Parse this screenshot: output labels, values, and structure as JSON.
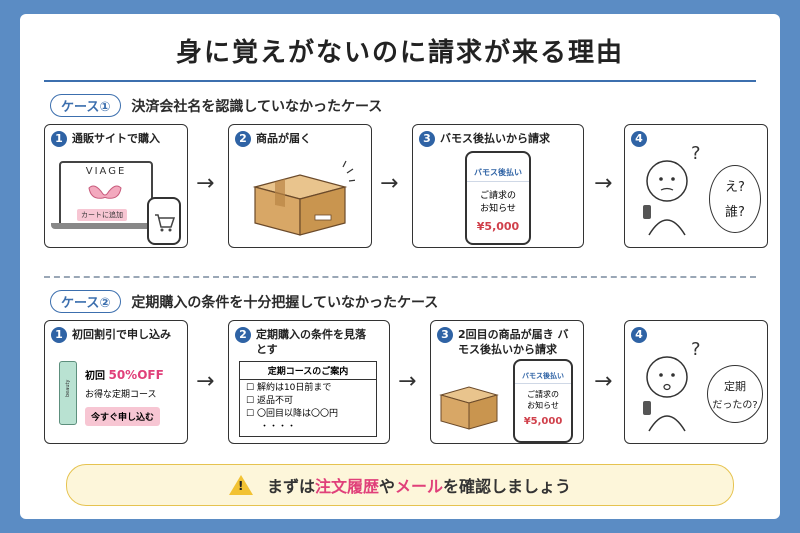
{
  "title": "身に覚えがないのに請求が来る理由",
  "case1": {
    "tag": "ケース①",
    "heading": "決済会社名を認識していなかったケース",
    "steps": [
      {
        "num": "1",
        "label": "通販サイトで購入"
      },
      {
        "num": "2",
        "label": "商品が届く"
      },
      {
        "num": "3",
        "label": "バモス後払いから請求"
      },
      {
        "num": "4",
        "label": ""
      }
    ],
    "laptop_brand": "VIAGE",
    "cart_button": "カートに追加",
    "phone": {
      "header": "バモス後払い",
      "line1": "ご請求の",
      "line2": "お知らせ",
      "amount": "¥5,000"
    },
    "bubble": {
      "line1": "え?",
      "line2": "誰?"
    }
  },
  "case2": {
    "tag": "ケース②",
    "heading": "定期購入の条件を十分把握していなかったケース",
    "steps": [
      {
        "num": "1",
        "label": "初回割引で申し込み"
      },
      {
        "num": "2",
        "label": "定期購入の条件を見落とす"
      },
      {
        "num": "3",
        "label": "2回目の商品が届き バモス後払いから請求"
      },
      {
        "num": "4",
        "label": ""
      }
    ],
    "product_label": "beauty",
    "offer": {
      "prefix": "初回",
      "discount": "50%OFF",
      "course": "お得な定期コース",
      "button": "今すぐ申し込む"
    },
    "notice": {
      "title": "定期コースのご案内",
      "items": [
        "解約は10日前まで",
        "返品不可",
        "〇回目以降は〇〇円",
        "・・・・"
      ]
    },
    "phone": {
      "header": "バモス後払い",
      "line1": "ご請求の",
      "line2": "お知らせ",
      "amount": "¥5,000"
    },
    "bubble": {
      "line1": "定期",
      "line2": "だったの?"
    }
  },
  "banner": {
    "pre": "まずは",
    "hl1": "注文履歴",
    "mid": "や",
    "hl2": "メール",
    "post": "を確認しましょう"
  },
  "colors": {
    "accent": "#2f63a5",
    "frame": "#5b8cc4",
    "highlight": "#e0407a",
    "banner_bg": "#fdf6da"
  }
}
